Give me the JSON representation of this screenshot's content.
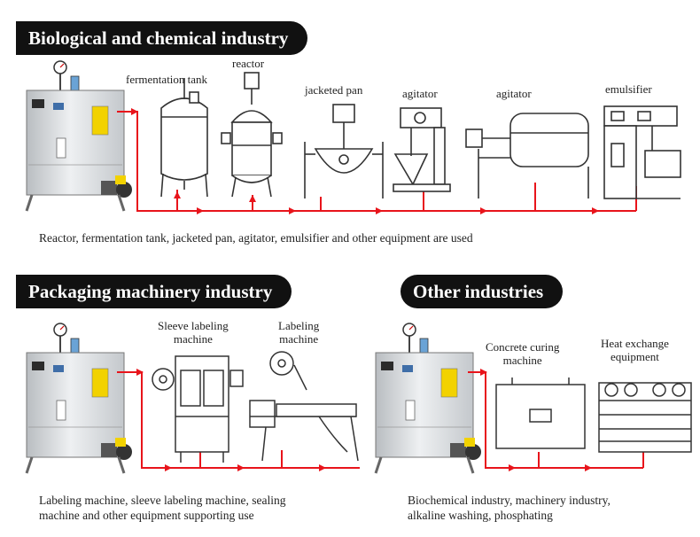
{
  "sections": {
    "bio": {
      "title": "Biological and chemical industry",
      "labels": {
        "fermentation_tank": "fermentation tank",
        "reactor": "reactor",
        "jacketed_pan": "jacketed pan",
        "agitator_1": "agitator",
        "agitator_2": "agitator",
        "emulsifier": "emulsifier"
      },
      "description": "Reactor, fermentation tank, jacketed pan, agitator, emulsifier and other equipment are used"
    },
    "packaging": {
      "title": "Packaging machinery industry",
      "labels": {
        "sleeve_line1": "Sleeve labeling",
        "sleeve_line2": "machine",
        "labeling_line1": "Labeling",
        "labeling_line2": "machine"
      },
      "description_line1": "Labeling machine, sleeve labeling machine, sealing",
      "description_line2": "machine and other equipment supporting use"
    },
    "other": {
      "title": "Other industries",
      "labels": {
        "concrete_line1": "Concrete curing",
        "concrete_line2": "machine",
        "heat_line1": "Heat exchange",
        "heat_line2": "equipment"
      },
      "description_line1": "Biochemical industry, machinery industry,",
      "description_line2": "alkaline washing, phosphating"
    }
  },
  "colors": {
    "pipe": "#e8141b",
    "badge_bg": "#111111",
    "badge_text": "#ffffff",
    "steel": "#d9dcdf"
  }
}
